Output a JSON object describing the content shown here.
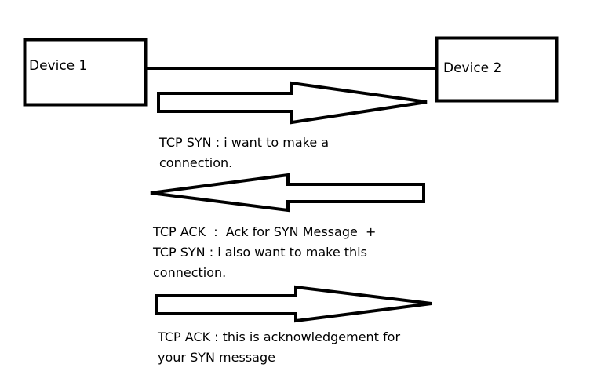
{
  "devices": {
    "left": {
      "label": "Device 1"
    },
    "right": {
      "label": "Device 2"
    }
  },
  "messages": [
    {
      "direction": "right",
      "lines": [
        "TCP SYN : i want to make a",
        "connection."
      ]
    },
    {
      "direction": "left",
      "lines": [
        "TCP ACK  :  Ack for SYN Message  +",
        "TCP SYN : i also want to make this",
        "connection."
      ]
    },
    {
      "direction": "right",
      "lines": [
        "TCP ACK : this is acknowledgement for",
        "your SYN message"
      ]
    }
  ],
  "colors": {
    "stroke": "#000000",
    "background": "#ffffff"
  }
}
